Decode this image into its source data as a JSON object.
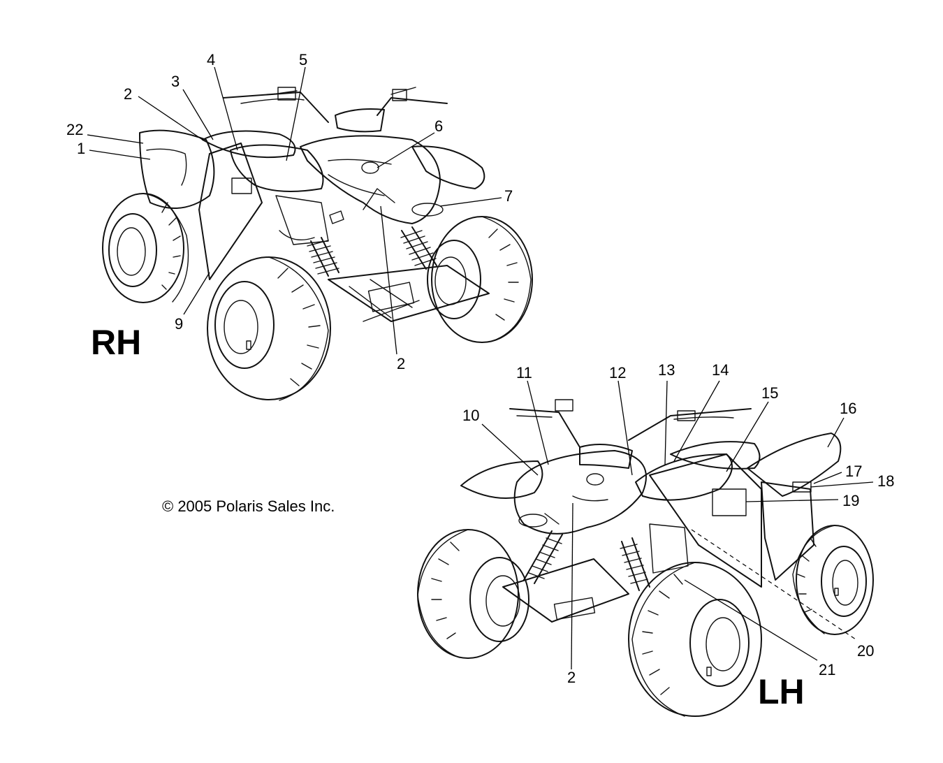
{
  "views": {
    "right": {
      "label": "RH"
    },
    "left": {
      "label": "LH"
    }
  },
  "copyright": "© 2005 Polaris Sales Inc.",
  "callouts": {
    "c1": "1",
    "c2a": "2",
    "c3": "3",
    "c4": "4",
    "c5": "5",
    "c6": "6",
    "c7": "7",
    "c9": "9",
    "c2b": "2",
    "c22": "22",
    "c10": "10",
    "c11": "11",
    "c12": "12",
    "c13": "13",
    "c14": "14",
    "c15": "15",
    "c16": "16",
    "c17": "17",
    "c18": "18",
    "c19": "19",
    "c20": "20",
    "c21": "21",
    "c2c": "2"
  }
}
